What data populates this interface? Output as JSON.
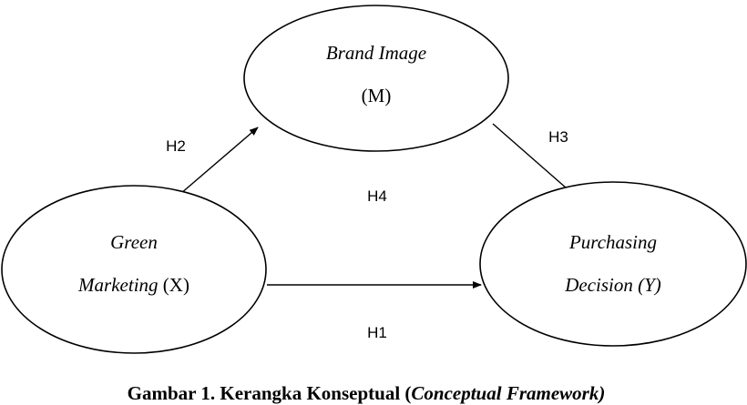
{
  "nodes": {
    "brand_image": {
      "line1": "Brand Image",
      "line2": "(M)"
    },
    "green_marketing": {
      "line1": "Green",
      "line2_italic": "Marketing",
      "line2_rest": " (X)"
    },
    "purchasing_decision": {
      "line1": "Purchasing",
      "line2": "Decision (Y)"
    }
  },
  "hypotheses": {
    "h1": "H1",
    "h2": "H2",
    "h3": "H3",
    "h4": "H4"
  },
  "caption": {
    "prefix": "Gambar 1. Kerangka Konseptual (",
    "italic": "Conceptual Framework)"
  }
}
